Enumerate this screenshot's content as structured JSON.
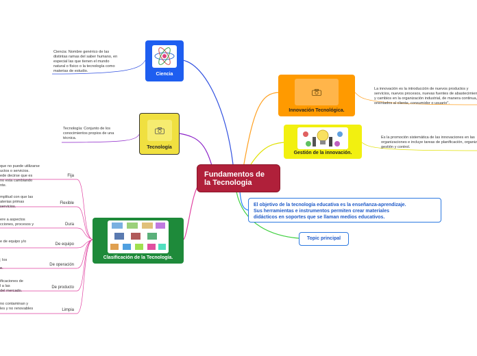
{
  "central": {
    "title": "Fundamentos de la Tecnologia"
  },
  "ciencia": {
    "label": "Ciencia",
    "note": [
      "Ciencia: Nombre genérico de las",
      "distintas ramas del saber humano, en",
      "especial las que tienen el mundo",
      "natural o físico o la tecnología como",
      "materias de estudio."
    ]
  },
  "tecnologia": {
    "label": "Tecnología",
    "note": [
      "Tecnología: Conjunto de los",
      "conocimientos propios de una",
      "técnica."
    ]
  },
  "clasificacion": {
    "label": "Clasificación de la Tecnología.",
    "leaves": [
      {
        "label": "Fija",
        "note": [
          "que no puede utilizarse",
          "uctos o servicios.",
          "ede decirse que es",
          "no esta cambiando",
          "nte."
        ]
      },
      {
        "label": "Flexible",
        "note": [
          "mplitud con que las",
          "aterias primas",
          " servicios."
        ]
      },
      {
        "label": "Dura",
        "note": [
          "ere a aspectos",
          "cciones, procesos y"
        ]
      },
      {
        "label": "De equipo",
        "note": [
          "e de equipo y/o"
        ]
      },
      {
        "label": "De operación",
        "note": [
          "; los",
          "e."
        ]
      },
      {
        "label": "De producto",
        "note": [
          "ificaciones de",
          "l a las",
          "del mercado."
        ]
      },
      {
        "label": "Limpia",
        "note": [
          " no contaminan y",
          "les y no renovables"
        ]
      }
    ]
  },
  "innovacion": {
    "label": "Innovación Tecnológica.",
    "note": [
      "La innovación es la introducción de nuevos productos y",
      "servicios, nuevos procesos, nuevas fuentes de abastecimiento",
      "y cambios en la organización industrial, de manera continua, y",
      "orientados al cliente, consumidor o usuario\"."
    ]
  },
  "gestion": {
    "label": "Gestión de la innovación.",
    "note": [
      "Es la promoción sistemática de las innovaciones en las",
      "organizaciones e incluye tareas de planificación, organización,",
      "gestión y control."
    ]
  },
  "objetivo": {
    "text": [
      "El objetivo de la tecnología educativa es la enseñanza-aprendizaje.",
      "Sus herramientas e instrumentos permiten crear materiales",
      "didácticos en soportes que se llaman medios educativos."
    ]
  },
  "topic": {
    "label": "Topic principal"
  },
  "colors": {
    "central": "#b0203a",
    "ciencia": "#1e5ef0",
    "tecnologia": "#f0e040",
    "clasificacion": "#1e8a3a",
    "innovacion": "#ff9a00",
    "gestion": "#f2f010",
    "objetivo_border": "#2a78e0",
    "topic_border": "#2a78e0",
    "link_ciencia": "#3050e0",
    "link_tecnologia": "#8a20c8",
    "link_clasificacion": "#e040a0",
    "link_innovacion": "#ffa020",
    "link_gestion": "#e0e000",
    "link_objetivo": "#2080ff",
    "link_topic": "#40d040"
  },
  "icons": [
    "atom-image",
    "camera-icon",
    "classification-image",
    "lightbulb-image"
  ]
}
